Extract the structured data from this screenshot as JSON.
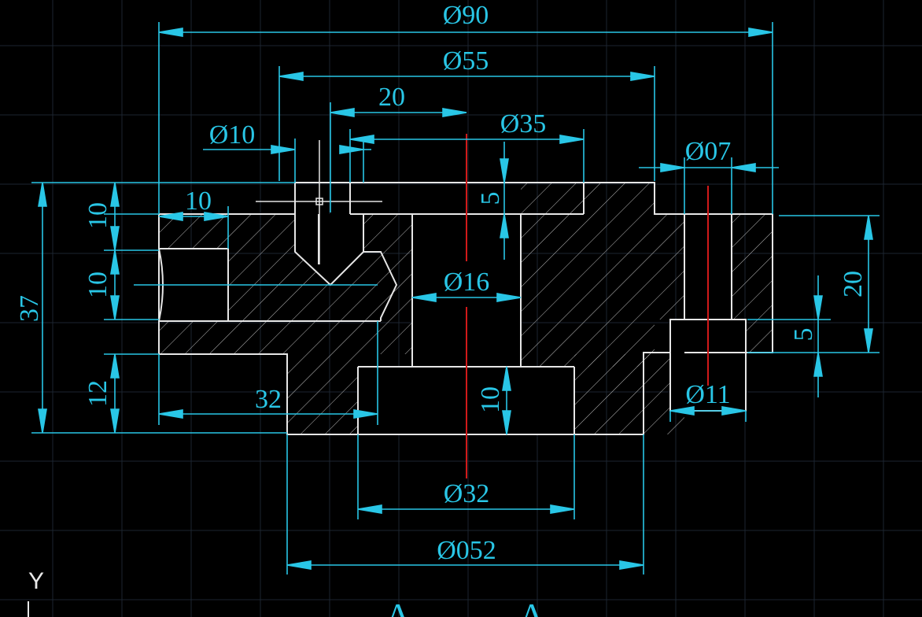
{
  "drawing": {
    "dimensions_top": {
      "overall_diameter": "Ø90",
      "flange_diameter": "Ø55",
      "hole_offset": "20",
      "top_bore_diameter": "Ø35",
      "small_hole_diameter": "Ø10",
      "right_hole_diameter": "Ø07",
      "top_bore_depth": "5",
      "center_bore_diameter": "Ø16"
    },
    "dimensions_left": {
      "flange_thickness": "10",
      "hole_height": "10",
      "base_height": "12",
      "total_height_partial": "37",
      "hole_depth": "10",
      "offset_32": "32"
    },
    "dimensions_right": {
      "right_height": "20",
      "counterbore_depth": "5",
      "counterbore_diameter": "Ø11"
    },
    "dimensions_bottom": {
      "bottom_bore_depth": "10",
      "bottom_bore_diameter": "Ø32",
      "base_diameter": "Ø052"
    },
    "ucs": {
      "y_axis_label": "Y"
    },
    "section_marks": [
      "A",
      "A"
    ],
    "colors": {
      "background": "#000000",
      "grid": "#1c2530",
      "outline": "#e6e6e6",
      "dimension": "#29c6e6",
      "centerline": "#d11a1a"
    }
  }
}
